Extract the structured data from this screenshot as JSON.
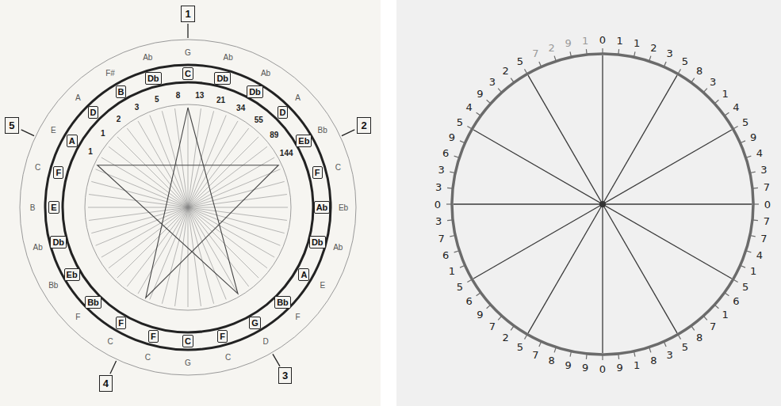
{
  "diagram": {
    "labels": [
      "1",
      "2",
      "3",
      "4",
      "5",
      "C",
      "Db",
      "Db",
      "D",
      "Eb",
      "F",
      "Ab",
      "Db",
      "A",
      "Bb",
      "G",
      "F",
      "C",
      "F",
      "F",
      "Bb",
      "Eb",
      "Db",
      "E",
      "F",
      "A",
      "D",
      "B",
      "Db",
      "G",
      "Ab",
      "Ab",
      "A",
      "Bb",
      "C",
      "Eb",
      "Ab",
      "E",
      "F",
      "D",
      "C",
      "G",
      "C",
      "C",
      "F",
      "Bb",
      "Ab",
      "B",
      "C",
      "E",
      "A",
      "F#",
      "Ab",
      "1",
      "1",
      "2",
      "3",
      "5",
      "8",
      "13",
      "21",
      "34",
      "55",
      "89",
      "144",
      "0",
      "1",
      "1",
      "2",
      "3",
      "5",
      "8",
      "3",
      "1",
      "4",
      "5",
      "9",
      "4",
      "3",
      "7",
      "0",
      "7",
      "7",
      "4",
      "1",
      "5",
      "6",
      "1",
      "7",
      "8",
      "5",
      "3",
      "8",
      "1",
      "9",
      "0",
      "9",
      "9",
      "8",
      "7",
      "5",
      "2",
      "7",
      "9",
      "6",
      "5",
      "1",
      "6",
      "7",
      "3",
      "0",
      "3",
      "3",
      "6",
      "9",
      "5",
      "4",
      "9",
      "3",
      "2",
      "5",
      "7",
      "2",
      "9",
      "1"
    ]
  }
}
